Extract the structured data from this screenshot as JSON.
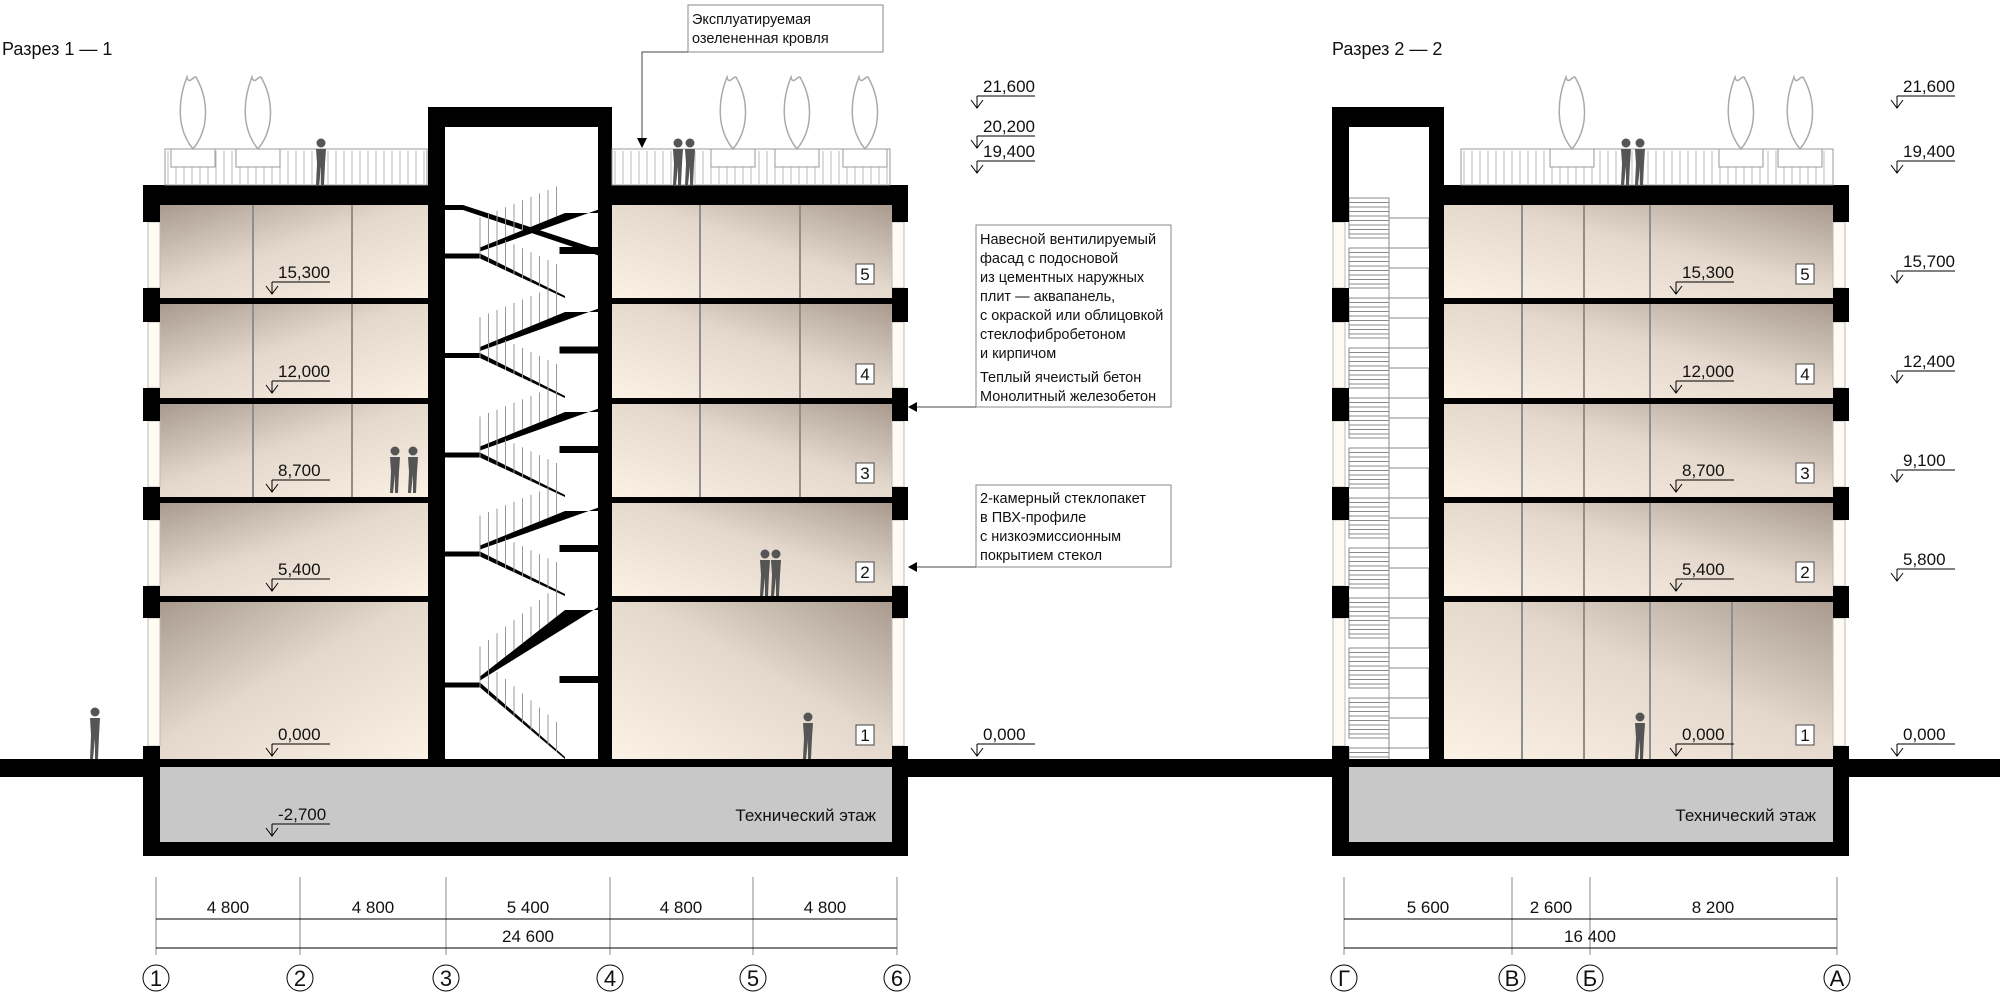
{
  "section1": {
    "title": "Разрез 1 — 1",
    "levels_inner": [
      "15,300",
      "12,000",
      "8,700",
      "5,400",
      "0,000",
      "-2,700"
    ],
    "levels_outer": [
      "21,600",
      "20,200",
      "19,400",
      "0,000"
    ],
    "floors": [
      "5",
      "4",
      "3",
      "2",
      "1"
    ],
    "tech_floor": "Технический этаж",
    "dims": [
      "4 800",
      "4 800",
      "5 400",
      "4 800",
      "4 800"
    ],
    "dim_total": "24 600",
    "axes": [
      "1",
      "2",
      "3",
      "4",
      "5",
      "6"
    ]
  },
  "section2": {
    "title": "Разрез 2 — 2",
    "levels_inner": [
      "15,300",
      "12,000",
      "8,700",
      "5,400",
      "0,000"
    ],
    "levels_outer": [
      "21,600",
      "19,400",
      "15,700",
      "12,400",
      "9,100",
      "5,800",
      "0,000"
    ],
    "floors": [
      "5",
      "4",
      "3",
      "2",
      "1"
    ],
    "tech_floor": "Технический этаж",
    "dims": [
      "5 600",
      "2 600",
      "8 200"
    ],
    "dim_total": "16 400",
    "axes": [
      "Г",
      "В",
      "Б",
      "А"
    ]
  },
  "notes": {
    "roof": [
      "Эксплуатируемая",
      "озелененная кровля"
    ],
    "facade": [
      "Навесной вентилируемый",
      "фасад с подосновой",
      "из цементных наружных",
      "плит — аквапанель,",
      "с окраской или облицовкой",
      "стеклофибробетоном",
      "и кирпичом",
      "Теплый ячеистый бетон",
      "Монолитный железобетон"
    ],
    "glazing": [
      "2-камерный стеклопакет",
      "в ПВХ-профиле",
      "с низкоэмиссионным",
      "покрытием стекол"
    ]
  }
}
